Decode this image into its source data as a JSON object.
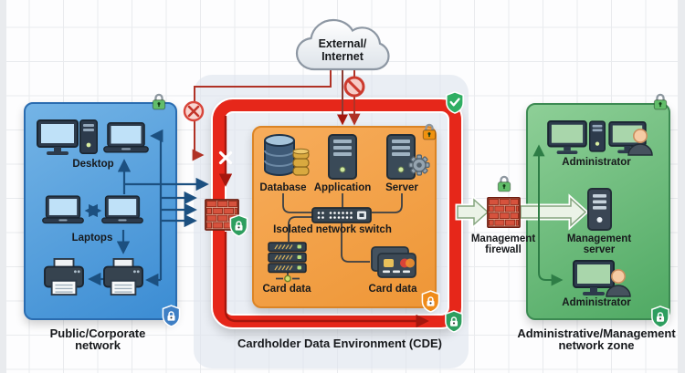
{
  "cloud": {
    "line1": "External/",
    "line2": "Internet"
  },
  "public": {
    "zone1": "Public/Corporate",
    "zone2": "network",
    "desktop_label": "Desktop",
    "laptops_label": "Laptops"
  },
  "cde": {
    "zone": "Cardholder Data Environment (CDE)",
    "database_label": "Database",
    "application_label": "Application",
    "server_label": "Server",
    "switch_label": "Isolated network switch",
    "card_data_left": "Card data",
    "card_data_right": "Card data"
  },
  "mgmt": {
    "zone1": "Administrative/Management",
    "zone2": "network zone",
    "admin_top": "Administrator",
    "server1": "Management",
    "server2": "server",
    "admin_bottom": "Administrator"
  },
  "firewall": {
    "line1": "Management",
    "line2": "firewall"
  },
  "colors": {
    "public_zone": "#4f9bd9",
    "cde_border": "#e6271a",
    "cde_fill": "#f4a44c",
    "mgmt_zone": "#6fbc7d",
    "blocked_red": "#b03226",
    "allowed_green": "#2e7d46",
    "flow_blue": "#1c5080"
  },
  "icons": [
    "cloud-icon",
    "no-entry-icon",
    "blocked-x-icon",
    "desktop-monitor-icon",
    "pc-tower-icon",
    "laptop-icon",
    "printer-icon",
    "firewall-icon",
    "padlock-icon",
    "shield-lock-icon",
    "shield-check-icon",
    "database-icon",
    "application-server-icon",
    "server-gear-icon",
    "network-switch-icon",
    "card-data-rack-icon",
    "credit-cards-icon",
    "workstation-icon",
    "person-icon",
    "management-server-icon"
  ]
}
